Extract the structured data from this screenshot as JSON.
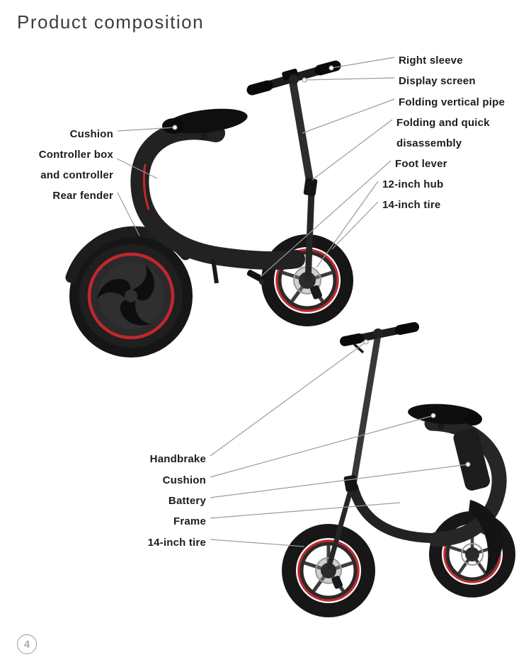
{
  "page": {
    "title": "Product composition",
    "page_number": "4"
  },
  "colors": {
    "accent_red": "#c1272d",
    "label_text": "#1c1c1c",
    "leader_line": "#9b9b9b"
  },
  "figure_top": {
    "labels_left": [
      {
        "lines": [
          "Cushion"
        ]
      },
      {
        "lines": [
          "Controller box",
          "and controller"
        ]
      },
      {
        "lines": [
          "Rear fender"
        ]
      }
    ],
    "labels_right": [
      {
        "lines": [
          "Right sleeve"
        ]
      },
      {
        "lines": [
          "Display screen"
        ]
      },
      {
        "lines": [
          "Folding vertical pipe"
        ]
      },
      {
        "lines": [
          "Folding and quick",
          "disassembly"
        ]
      },
      {
        "lines": [
          "Foot lever"
        ]
      },
      {
        "lines": [
          "12-inch hub"
        ]
      },
      {
        "lines": [
          "14-inch tire"
        ]
      }
    ]
  },
  "figure_bottom": {
    "labels_left": [
      {
        "lines": [
          "Handbrake"
        ]
      },
      {
        "lines": [
          "Cushion"
        ]
      },
      {
        "lines": [
          "Battery"
        ]
      },
      {
        "lines": [
          "Frame"
        ]
      },
      {
        "lines": [
          "14-inch tire"
        ]
      }
    ]
  }
}
